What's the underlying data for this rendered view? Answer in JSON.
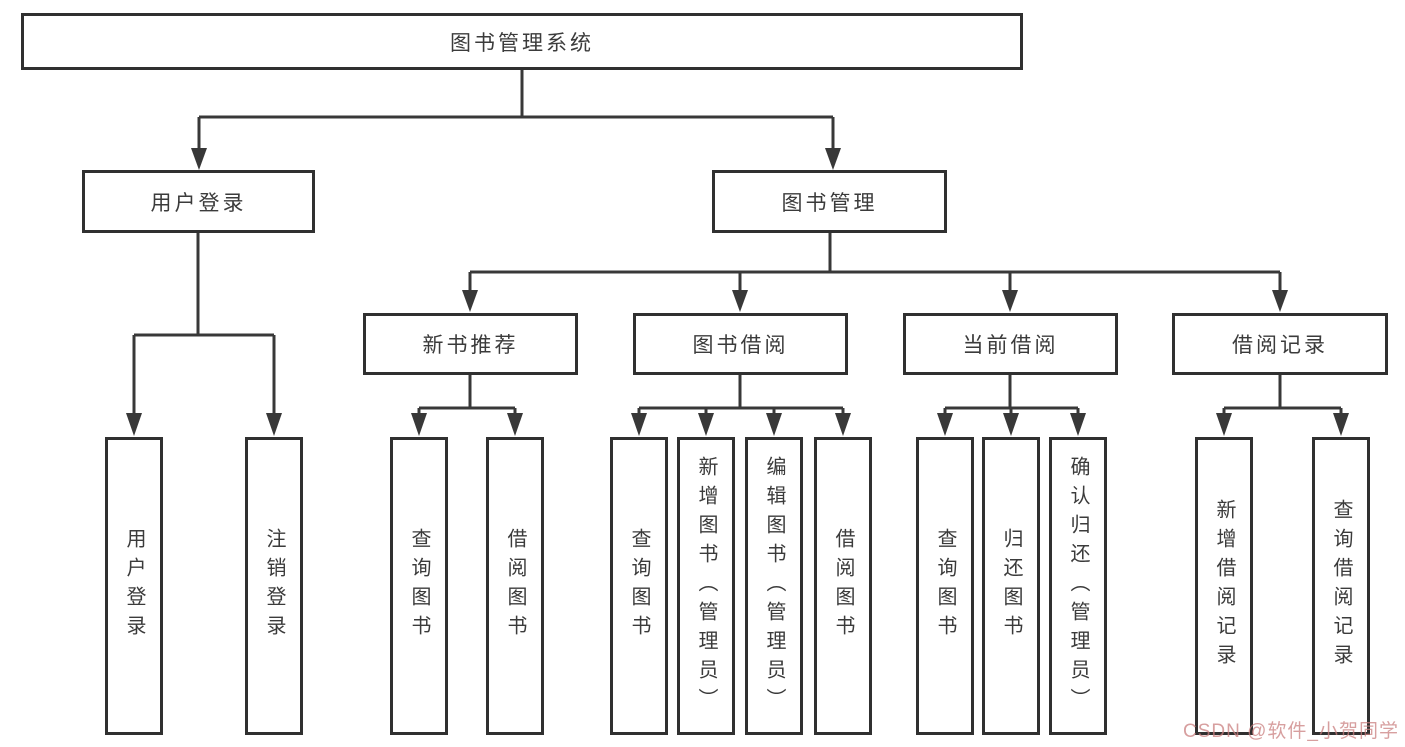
{
  "tree": {
    "root": {
      "label": "图书管理系统"
    },
    "level1": [
      {
        "label": "用户登录"
      },
      {
        "label": "图书管理"
      }
    ],
    "level2": [
      {
        "label": "新书推荐"
      },
      {
        "label": "图书借阅"
      },
      {
        "label": "当前借阅"
      },
      {
        "label": "借阅记录"
      }
    ],
    "leaves": {
      "user_login": [
        "用户登录",
        "注销登录"
      ],
      "new_book_recommend": [
        "查询图书",
        "借阅图书"
      ],
      "book_borrow": [
        "查询图书",
        "新增图书（管理员）",
        "编辑图书（管理员）",
        "借阅图书"
      ],
      "current_borrow": [
        "查询图书",
        "归还图书",
        "确认归还（管理员）"
      ],
      "borrow_records": [
        "新增借阅记录",
        "查询借阅记录"
      ]
    }
  },
  "watermark": {
    "text": "CSDN @软件_小贺同学"
  },
  "colors": {
    "line": "#383838",
    "box_border": "#303030",
    "text": "#3b3b3b",
    "watermark": "#c97f7f",
    "background": "#ffffff"
  }
}
